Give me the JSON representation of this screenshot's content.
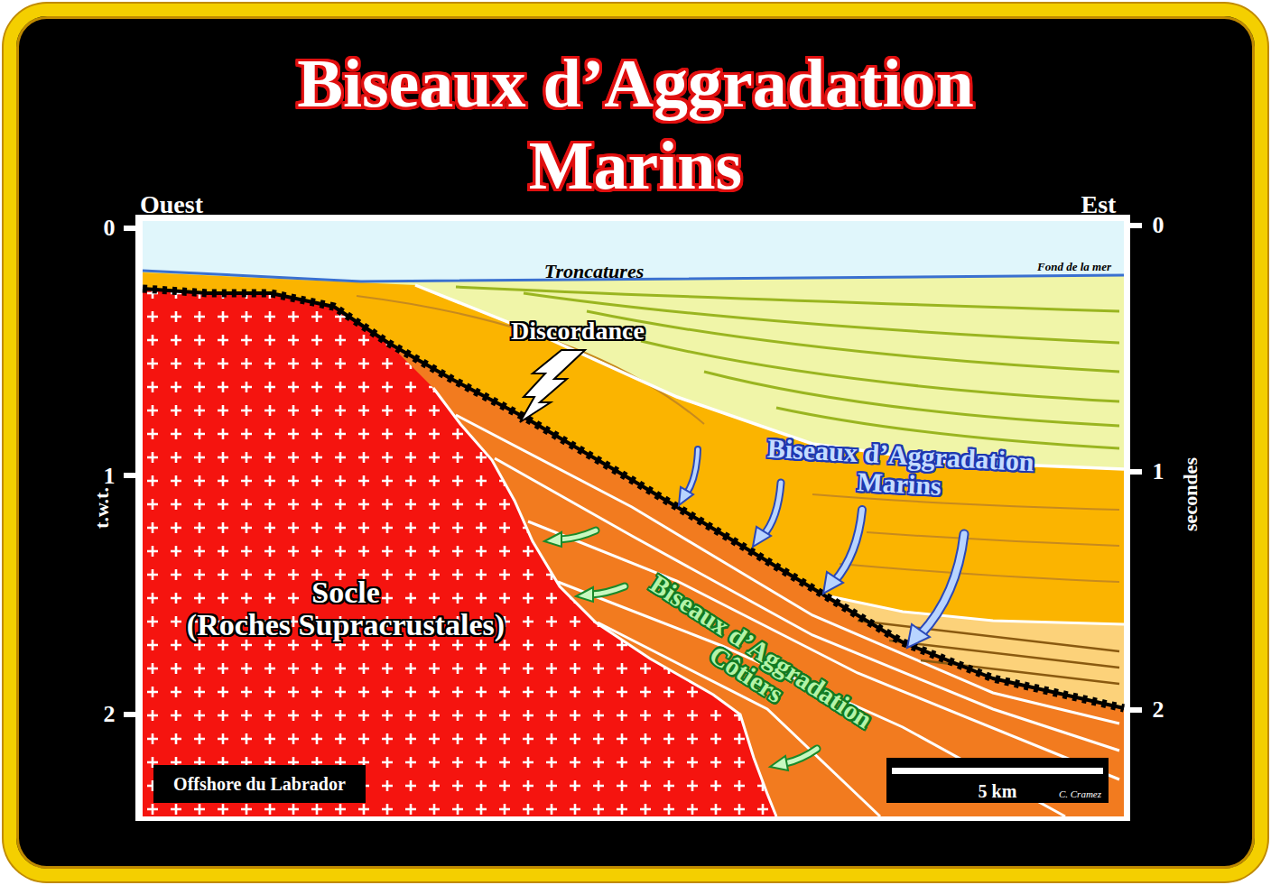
{
  "diagram": {
    "title": "Biseaux d’Aggradation Marins",
    "nodes": [
      {
        "text": [
          "Offshore du Labrador"
        ]
      },
      {
        "text": [
          "5 km",
          "C. Cramez"
        ]
      }
    ],
    "labels": [
      "Ouest",
      "Est",
      "0",
      "1",
      "2",
      "0",
      "1",
      "2",
      "t.w.t.",
      "secondes",
      "Troncatures",
      "Fond de la mer",
      "Discordance",
      "Biseaux d’Aggradation Marins",
      "Socle (Roches Supracrustales)",
      "Biseaux d’Aggradation Côtiers"
    ]
  }
}
